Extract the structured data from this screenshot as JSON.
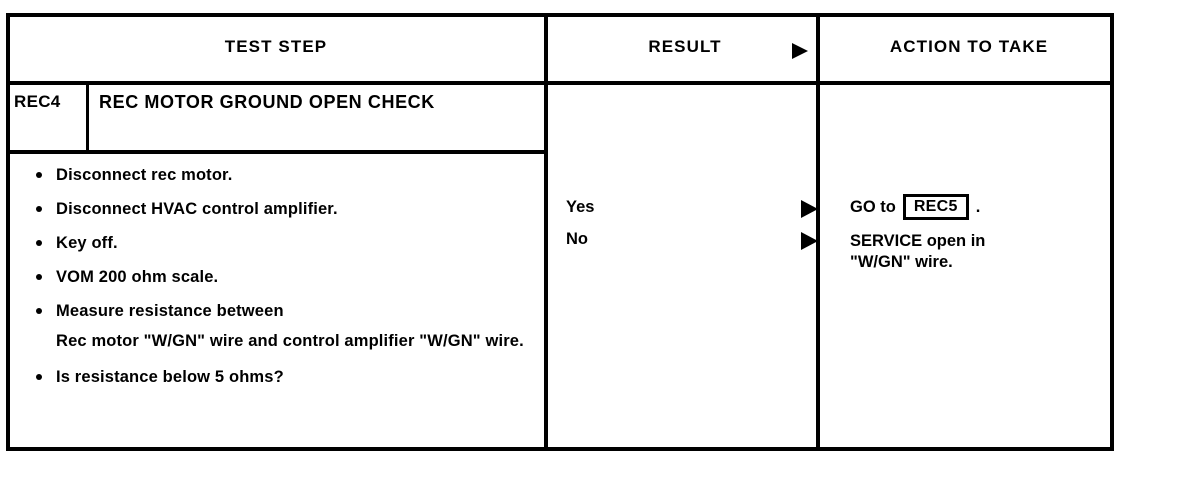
{
  "table": {
    "columns": [
      {
        "id": "test-step",
        "label": "TEST STEP"
      },
      {
        "id": "result",
        "label": "RESULT",
        "arrow_icon": "triangle-right-icon"
      },
      {
        "id": "action",
        "label": "ACTION TO TAKE"
      }
    ],
    "step": {
      "id": "REC4",
      "title": "REC MOTOR GROUND OPEN CHECK",
      "instructions": [
        {
          "bullet": true,
          "text": "Disconnect rec motor."
        },
        {
          "bullet": true,
          "text": "Disconnect HVAC control amplifier."
        },
        {
          "bullet": true,
          "text": "Key off."
        },
        {
          "bullet": true,
          "text": "VOM 200 ohm scale."
        },
        {
          "bullet": true,
          "text": "Measure resistance between"
        },
        {
          "bullet": false,
          "text": "Rec motor \"W/GN\" wire and control amplifier \"W/GN\" wire."
        },
        {
          "bullet": true,
          "text": "Is resistance below 5 ohms?"
        }
      ],
      "results": [
        {
          "label": "Yes",
          "arrow_icon": "triangle-right-icon"
        },
        {
          "label": "No",
          "arrow_icon": "triangle-right-icon"
        }
      ],
      "actions": {
        "goto_prefix": "GO to",
        "goto_ref": "REC5",
        "goto_suffix": ".",
        "service_line_1": "SERVICE open in",
        "service_line_2": "\"W/GN\" wire."
      }
    }
  },
  "colors": {
    "ink": "#000000",
    "paper": "#ffffff"
  }
}
